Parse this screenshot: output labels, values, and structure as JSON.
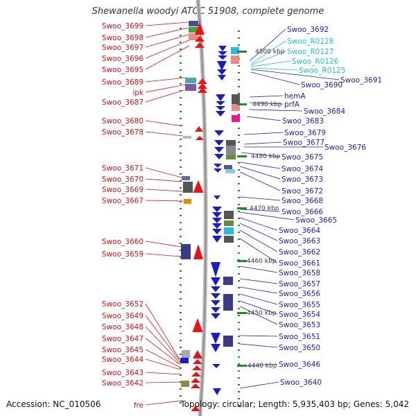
{
  "title": "Shewanella woodyi ATCC 51908, complete genome",
  "accession": "Accession: NC_010506",
  "topology": "Topology: circular; Length: 5,935,403 bp; Genes: 5,042",
  "colors": {
    "left_label": "#dd1111",
    "right_label": "#1a1ad0",
    "rna_label": "#22bde0",
    "backbone": "#a9a9a9",
    "kbp_text": "#333333",
    "tick": "#1f8f1f"
  },
  "ruler": [
    {
      "label": "4500 kbp"
    },
    {
      "label": "4490 kbp"
    },
    {
      "label": "4480 kbp"
    },
    {
      "label": "4470 kbp"
    },
    {
      "label": "4460 kbp"
    },
    {
      "label": "4450 kbp"
    },
    {
      "label": "4440 kbp"
    }
  ],
  "left_labels": [
    "Swoo_3699",
    "Swoo_3698",
    "Swoo_3697",
    "Swoo_3696",
    "Swoo_3695",
    "Swoo_3689",
    "ipk",
    "Swoo_3687",
    "Swoo_3680",
    "Swoo_3678",
    "Swoo_3671",
    "Swoo_3670",
    "Swoo_3669",
    "Swoo_3667",
    "Swoo_3660",
    "Swoo_3659",
    "Swoo_3652",
    "Swoo_3649",
    "Swoo_3648",
    "Swoo_3647",
    "Swoo_3645",
    "Swoo_3644",
    "Swoo_3643",
    "Swoo_3642",
    "fre"
  ],
  "right_labels": [
    {
      "text": "Swoo_3692",
      "type": "gene"
    },
    {
      "text": "Swoo_R0128",
      "type": "rna"
    },
    {
      "text": "Swoo_R0127",
      "type": "rna"
    },
    {
      "text": "Swoo_R0126",
      "type": "rna"
    },
    {
      "text": "Swoo_R0125",
      "type": "rna"
    },
    {
      "text": "Swoo_3691",
      "type": "gene"
    },
    {
      "text": "Swoo_3690",
      "type": "gene"
    },
    {
      "text": "hemA",
      "type": "gene"
    },
    {
      "text": "prfA",
      "type": "gene"
    },
    {
      "text": "Swoo_3684",
      "type": "gene"
    },
    {
      "text": "Swoo_3683",
      "type": "gene"
    },
    {
      "text": "Swoo_3679",
      "type": "gene"
    },
    {
      "text": "Swoo_3677",
      "type": "gene"
    },
    {
      "text": "Swoo_3676",
      "type": "gene"
    },
    {
      "text": "Swoo_3675",
      "type": "gene"
    },
    {
      "text": "Swoo_3674",
      "type": "gene"
    },
    {
      "text": "Swoo_3673",
      "type": "gene"
    },
    {
      "text": "Swoo_3672",
      "type": "gene"
    },
    {
      "text": "Swoo_3668",
      "type": "gene"
    },
    {
      "text": "Swoo_3666",
      "type": "gene"
    },
    {
      "text": "Swoo_3665",
      "type": "gene"
    },
    {
      "text": "Swoo_3664",
      "type": "gene"
    },
    {
      "text": "Swoo_3663",
      "type": "gene"
    },
    {
      "text": "Swoo_3662",
      "type": "gene"
    },
    {
      "text": "Swoo_3661",
      "type": "gene"
    },
    {
      "text": "Swoo_3658",
      "type": "gene"
    },
    {
      "text": "Swoo_3657",
      "type": "gene"
    },
    {
      "text": "Swoo_3656",
      "type": "gene"
    },
    {
      "text": "Swoo_3655",
      "type": "gene"
    },
    {
      "text": "Swoo_3654",
      "type": "gene"
    },
    {
      "text": "Swoo_3653",
      "type": "gene"
    },
    {
      "text": "Swoo_3651",
      "type": "gene"
    },
    {
      "text": "Swoo_3650",
      "type": "gene"
    },
    {
      "text": "Swoo_3646",
      "type": "gene"
    },
    {
      "text": "Swoo_3640",
      "type": "gene"
    }
  ]
}
